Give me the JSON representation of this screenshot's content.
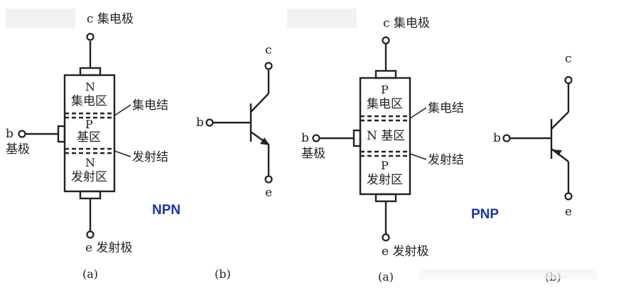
{
  "npn": {
    "collector_label": "c 集电极",
    "region_top_letter": "N",
    "region_top_name": "集电区",
    "region_mid_letter": "P",
    "region_mid_name": "基区",
    "region_bot_letter": "N",
    "region_bot_name": "发射区",
    "junction_top": "集电结",
    "junction_bot": "发射结",
    "base_letter": "b",
    "base_name": "基极",
    "emitter_label": "e 发射极",
    "caption_a": "(a)",
    "caption_b": "(b)",
    "symbol_c": "c",
    "symbol_b": "b",
    "symbol_e": "e",
    "title": "NPN"
  },
  "pnp": {
    "collector_label": "c 集电极",
    "region_top_letter": "P",
    "region_top_name": "集电区",
    "region_mid_text": "N 基区",
    "region_bot_letter": "P",
    "region_bot_name": "发射区",
    "junction_top": "集电结",
    "junction_bot": "发射结",
    "base_letter": "b",
    "base_name": "基极",
    "emitter_label": "e 发射极",
    "caption_a": "(a)",
    "caption_b": "(b)",
    "symbol_c": "c",
    "symbol_b": "b",
    "symbol_e": "e",
    "title": "PNP"
  },
  "colors": {
    "ink": "#222222",
    "title": "#1a33b3"
  }
}
